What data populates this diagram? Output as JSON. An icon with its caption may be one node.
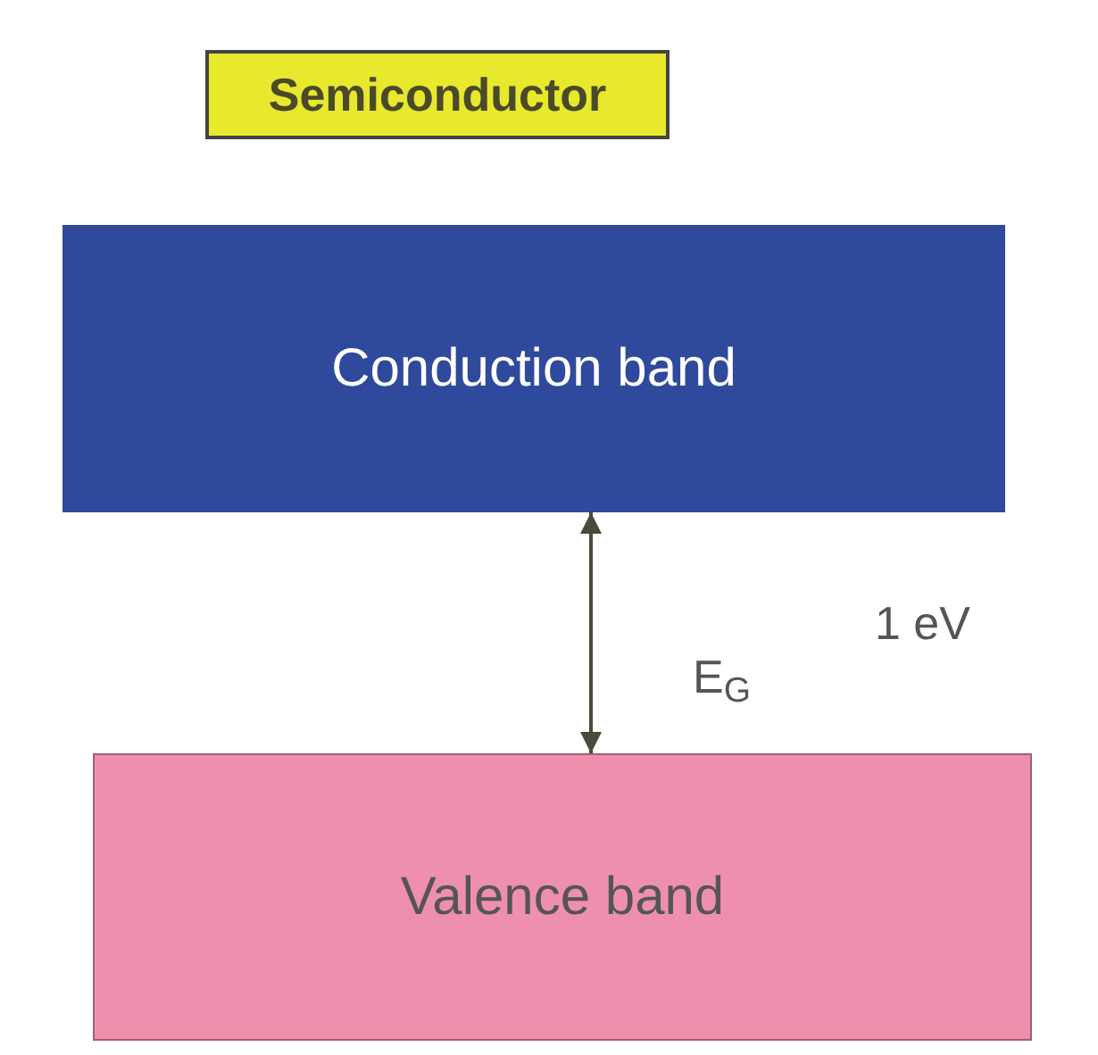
{
  "diagram": {
    "nodes": [
      {
        "text": [
          "Semiconductor"
        ]
      },
      {
        "text": [
          "Conduction band"
        ]
      },
      {
        "text": [
          "Valence band"
        ]
      }
    ],
    "edges": [
      {
        "from": 1,
        "to": 2,
        "arrow": "both"
      }
    ],
    "labels": [
      "1 eV",
      "E$_{G}$"
    ]
  }
}
